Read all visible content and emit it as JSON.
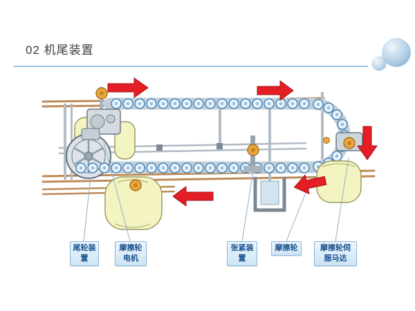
{
  "slide": {
    "title": "02 机尾装置"
  },
  "callouts": [
    {
      "id": "tail-wheel-device",
      "text": "尾轮装置"
    },
    {
      "id": "friction-wheel-motor",
      "text": "摩擦轮电机"
    },
    {
      "id": "tension-device",
      "text": "张紧装置"
    },
    {
      "id": "friction-wheel",
      "text": "摩擦轮"
    },
    {
      "id": "friction-wheel-servo",
      "text": "摩擦轮伺服马达"
    }
  ],
  "arrows": [
    {
      "position": "top-left",
      "direction": "right"
    },
    {
      "position": "top-right",
      "direction": "right"
    },
    {
      "position": "right-side",
      "direction": "down"
    },
    {
      "position": "bottom-center",
      "direction": "left"
    },
    {
      "position": "bottom-right",
      "direction": "left"
    }
  ],
  "colors": {
    "arrow": "#e31e24",
    "divider": "#9cc2e0",
    "callout_border": "#8fb7d8",
    "callout_background": "#dcecf7",
    "callout_text": "#174f8c",
    "roller_stroke": "#4a86b8",
    "guide_wheel_fill": "#f4f4c2",
    "rail": "#bd8a57",
    "hub": "#eaa63e"
  }
}
